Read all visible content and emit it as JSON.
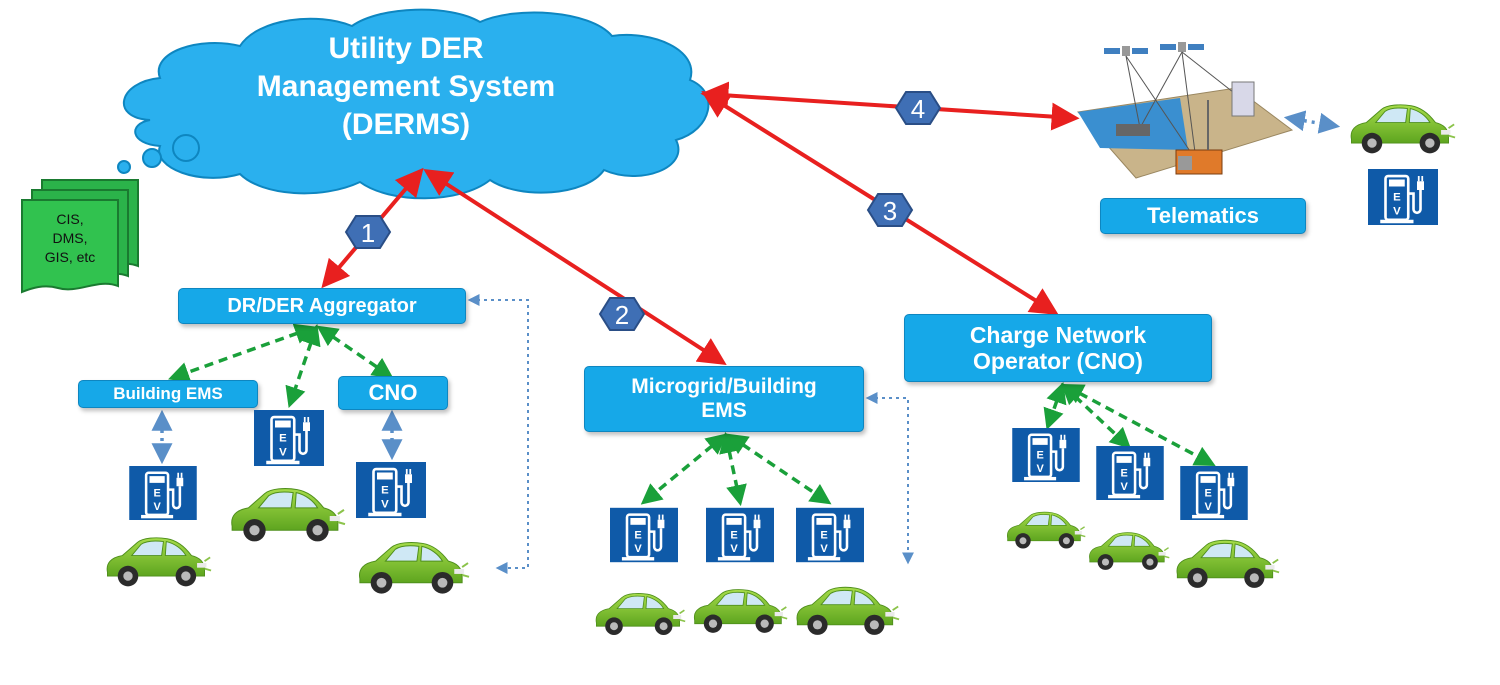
{
  "derms": {
    "line1": "Utility DER",
    "line2": "Management System",
    "line3": "(DERMS)"
  },
  "documents": {
    "lines": [
      "CIS,",
      "DMS,",
      "GIS, etc"
    ]
  },
  "nodes": {
    "aggregator": "DR/DER Aggregator",
    "building_ems": "Building EMS",
    "cno_small": "CNO",
    "microgrid_line1": "Microgrid/Building",
    "microgrid_line2": "EMS",
    "cno_line1": "Charge Network",
    "cno_line2": "Operator (CNO)",
    "telematics": "Telematics"
  },
  "badges": [
    "1",
    "2",
    "3",
    "4"
  ],
  "ev_sign": {
    "letter1": "E",
    "letter2": "V"
  },
  "colors": {
    "box_blue": "#16a8e8",
    "cloud_blue": "#2ab0ee",
    "arrow_red": "#e8201f",
    "arrow_green": "#1aa03a",
    "arrow_dotted_blue": "#5a8fc8",
    "badge_blue": "#3f6fb5",
    "ev_sign_blue": "#0f5aa8",
    "car_green": "#7cc232"
  }
}
